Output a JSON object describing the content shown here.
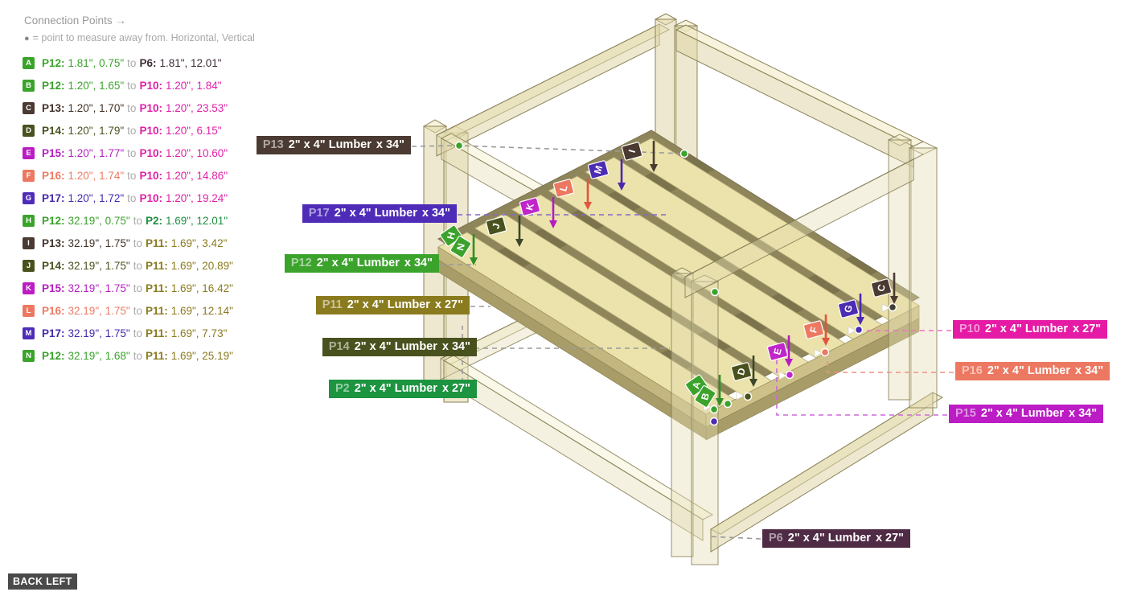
{
  "header": {
    "title": "Connection Points →",
    "note_bullet": "●",
    "note": "= point to measure away from. Horizontal, Vertical"
  },
  "view_label": "BACK LEFT",
  "colors": {
    "green": "#3ba32c",
    "dark_green": "#1d9440",
    "olive": "#8a7b1e",
    "dark_olive": "#49521f",
    "brown": "#4a3a31",
    "plum": "#4f2b45",
    "magenta": "#e51ba5",
    "purple_magenta": "#bb1cc4",
    "indigo": "#4f2cb8",
    "salmon": "#ed7862",
    "leader_gray": "#9a9a9a",
    "lumber": "#ece2ab"
  },
  "connections": [
    {
      "letter": "A",
      "from_part": "P12:",
      "from_val": "1.81\", 0.75\"",
      "to_word": "to",
      "to_part": "P6:",
      "to_val": "1.81\", 12.01\""
    },
    {
      "letter": "B",
      "from_part": "P12:",
      "from_val": "1.20\", 1.65\"",
      "to_word": "to",
      "to_part": "P10:",
      "to_val": "1.20\", 1.84\""
    },
    {
      "letter": "C",
      "from_part": "P13:",
      "from_val": "1.20\", 1.70\"",
      "to_word": "to",
      "to_part": "P10:",
      "to_val": "1.20\", 23.53\""
    },
    {
      "letter": "D",
      "from_part": "P14:",
      "from_val": "1.20\", 1.79\"",
      "to_word": "to",
      "to_part": "P10:",
      "to_val": "1.20\", 6.15\""
    },
    {
      "letter": "E",
      "from_part": "P15:",
      "from_val": "1.20\", 1.77\"",
      "to_word": "to",
      "to_part": "P10:",
      "to_val": "1.20\", 10.60\""
    },
    {
      "letter": "F",
      "from_part": "P16:",
      "from_val": "1.20\", 1.74\"",
      "to_word": "to",
      "to_part": "P10:",
      "to_val": "1.20\", 14.86\""
    },
    {
      "letter": "G",
      "from_part": "P17:",
      "from_val": "1.20\", 1.72\"",
      "to_word": "to",
      "to_part": "P10:",
      "to_val": "1.20\", 19.24\""
    },
    {
      "letter": "H",
      "from_part": "P12:",
      "from_val": "32.19\", 0.75\"",
      "to_word": "to",
      "to_part": "P2:",
      "to_val": "1.69\", 12.01\""
    },
    {
      "letter": "I",
      "from_part": "P13:",
      "from_val": "32.19\", 1.75\"",
      "to_word": "to",
      "to_part": "P11:",
      "to_val": "1.69\", 3.42\""
    },
    {
      "letter": "J",
      "from_part": "P14:",
      "from_val": "32.19\", 1.75\"",
      "to_word": "to",
      "to_part": "P11:",
      "to_val": "1.69\", 20.89\""
    },
    {
      "letter": "K",
      "from_part": "P15:",
      "from_val": "32.19\", 1.75\"",
      "to_word": "to",
      "to_part": "P11:",
      "to_val": "1.69\", 16.42\""
    },
    {
      "letter": "L",
      "from_part": "P16:",
      "from_val": "32.19\", 1.75\"",
      "to_word": "to",
      "to_part": "P11:",
      "to_val": "1.69\", 12.14\""
    },
    {
      "letter": "M",
      "from_part": "P17:",
      "from_val": "32.19\", 1.75\"",
      "to_word": "to",
      "to_part": "P11:",
      "to_val": "1.69\", 7.73\""
    },
    {
      "letter": "N",
      "from_part": "P12:",
      "from_val": "32.19\", 1.68\"",
      "to_word": "to",
      "to_part": "P11:",
      "to_val": "1.69\", 25.19\""
    }
  ],
  "part_labels": [
    {
      "id": "P13",
      "desc": "2\" x 4\" Lumber",
      "count": "x 34\""
    },
    {
      "id": "P17",
      "desc": "2\" x 4\" Lumber",
      "count": "x 34\""
    },
    {
      "id": "P12",
      "desc": "2\" x 4\" Lumber",
      "count": "x 34\""
    },
    {
      "id": "P11",
      "desc": "2\" x 4\" Lumber",
      "count": "x 27\""
    },
    {
      "id": "P14",
      "desc": "2\" x 4\" Lumber",
      "count": "x 34\""
    },
    {
      "id": "P2",
      "desc": "2\" x 4\" Lumber",
      "count": "x 27\""
    },
    {
      "id": "P10",
      "desc": "2\" x 4\" Lumber",
      "count": "x 27\""
    },
    {
      "id": "P16",
      "desc": "2\" x 4\" Lumber",
      "count": "x 34\""
    },
    {
      "id": "P15",
      "desc": "2\" x 4\" Lumber",
      "count": "x 34\""
    },
    {
      "id": "P6",
      "desc": "2\" x 4\" Lumber",
      "count": "x 27\""
    }
  ]
}
